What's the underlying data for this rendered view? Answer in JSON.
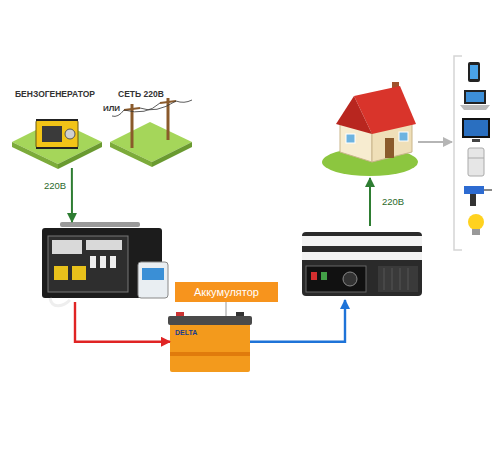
{
  "diagram": {
    "nodes": [
      {
        "text": [
          "БЕНЗОГЕНЕРАТОР"
        ]
      },
      {
        "text": [
          "СЕТЬ 220В"
        ]
      },
      {
        "text": []
      },
      {
        "text": []
      },
      {
        "text": []
      },
      {
        "text": [
          "Аккумулятор"
        ]
      },
      {
        "text": []
      }
    ],
    "edges": [
      {
        "from": 0,
        "to": 4,
        "arrow": "to",
        "label": "220В"
      },
      {
        "from": 4,
        "to": 5,
        "arrow": "to"
      },
      {
        "from": 5,
        "to": 6,
        "arrow": "to"
      },
      {
        "from": 6,
        "to": 2,
        "arrow": "to",
        "label": "220В"
      },
      {
        "from": 2,
        "to": 3,
        "arrow": "to"
      }
    ],
    "labels": [
      "ИЛИ",
      "DELTA"
    ]
  }
}
